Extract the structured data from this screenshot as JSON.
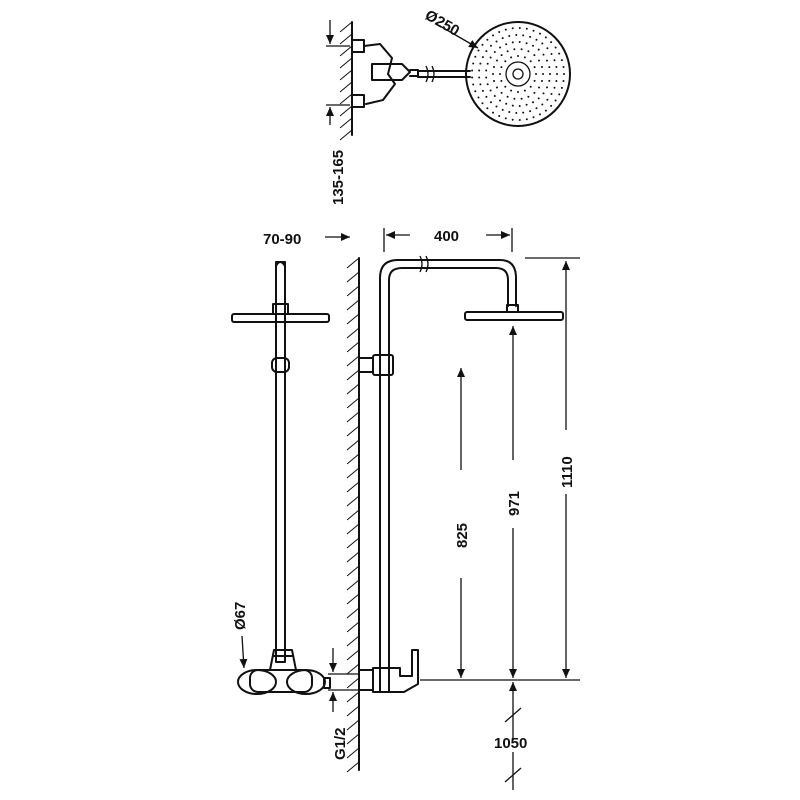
{
  "dimensions": {
    "head_diameter": "Ø250",
    "wall_distance_range": "135-165",
    "projection_range": "70-90",
    "arm_length": "400",
    "height_825": "825",
    "height_971": "971",
    "height_1110": "1110",
    "thread_size": "G1/2",
    "floor_height": "1050",
    "handle_diameter": "Ø67"
  }
}
